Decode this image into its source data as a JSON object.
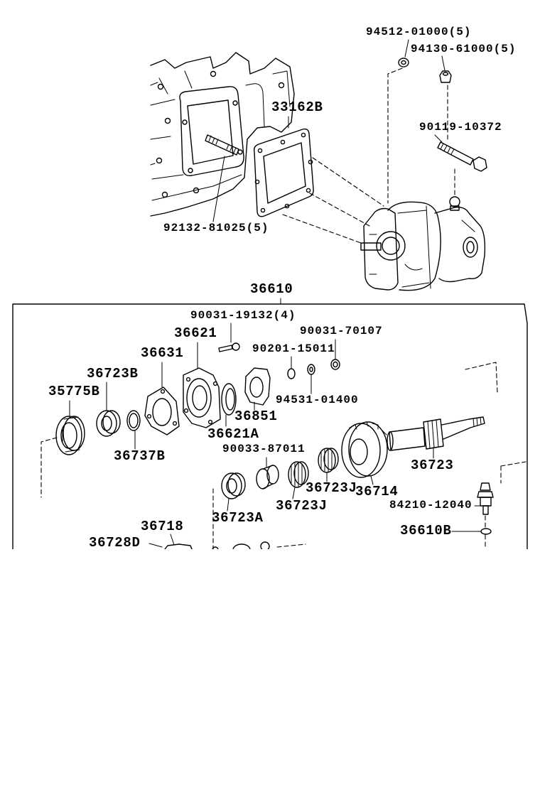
{
  "upper_assembly": {
    "callout_washer_top": "94512-01000(5)",
    "callout_nut_top": "94130-61000(5)",
    "callout_gasket": "33162B",
    "callout_bolt": "90119-10372",
    "callout_stud": "92132-81025(5)"
  },
  "assembly_label": "36610",
  "lower_assembly": {
    "callout_bolt": "90031-19132(4)",
    "callout_cover": "36621",
    "callout_nut": "90031-70107",
    "callout_gasket": "36631",
    "callout_washer_a": "90201-15011",
    "callout_bearing_b": "36723B",
    "callout_seal": "35775B",
    "callout_washer_b": "94531-01400",
    "callout_flange": "36851",
    "callout_seal_a": "36621A",
    "callout_spacer": "90033-87011",
    "callout_ring_b": "36737B",
    "callout_shaft": "36723",
    "callout_needle_bearing_right": "36723J",
    "callout_gear": "36714",
    "callout_sensor": "84210-12040",
    "callout_needle_bearing_left": "36723J",
    "callout_bearing_a": "36723A",
    "callout_36718": "36718",
    "callout_washer_36610b": "36610B",
    "callout_36728d": "36728D"
  }
}
